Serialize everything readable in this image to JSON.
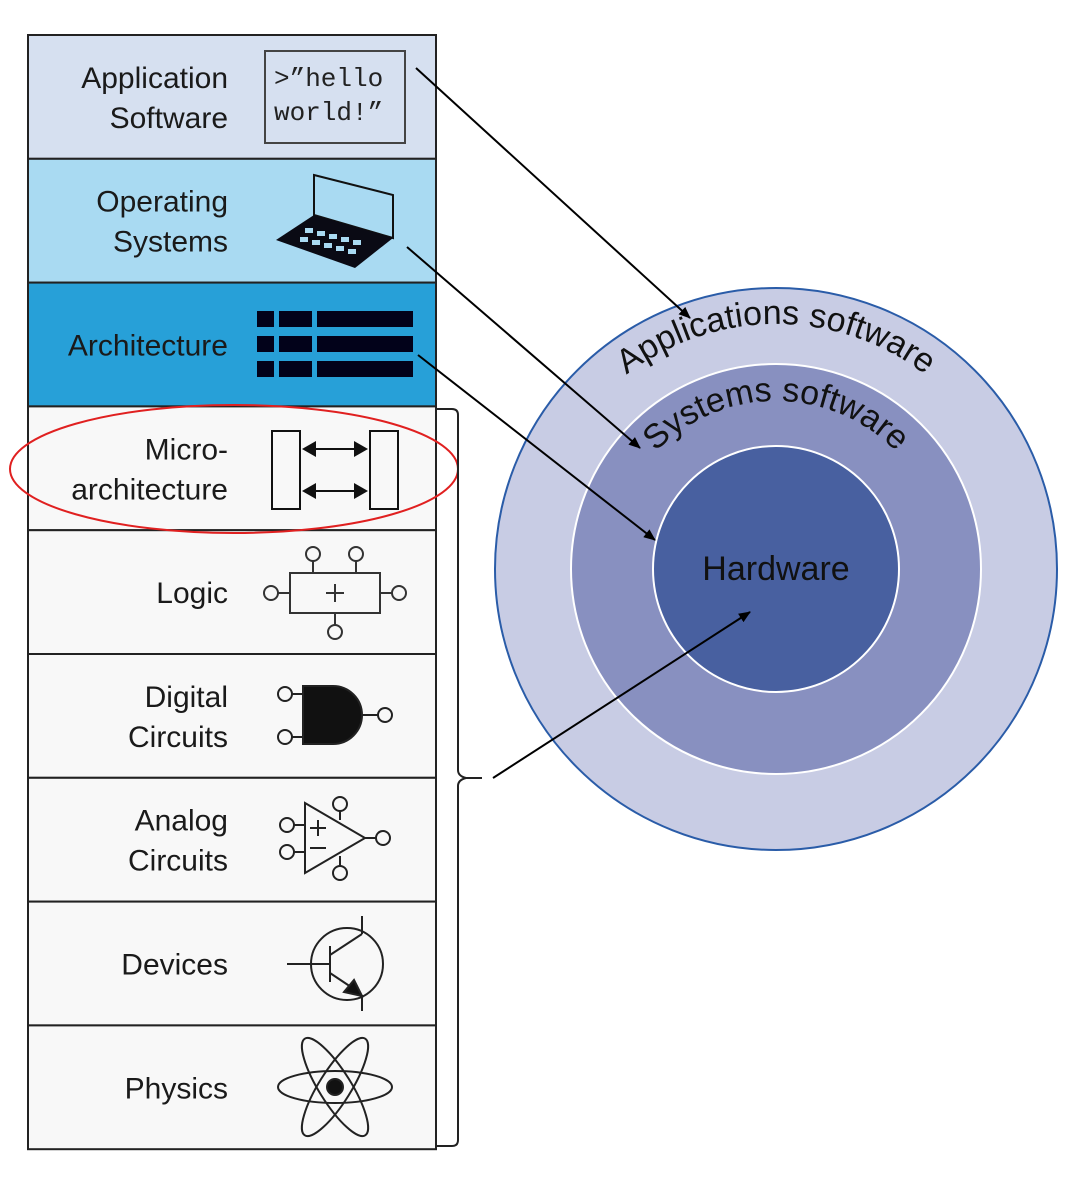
{
  "layers": [
    {
      "lines": [
        "Application",
        "Software"
      ],
      "icon": "terminal-icon",
      "color": "#d6e0f0"
    },
    {
      "lines": [
        "Operating",
        "Systems"
      ],
      "icon": "laptop-icon",
      "color": "#a9daf2"
    },
    {
      "lines": [
        "Architecture"
      ],
      "icon": "instruction-format-icon",
      "color": "#27a0d8"
    },
    {
      "lines": [
        "Micro-",
        "architecture"
      ],
      "icon": "datapath-icon",
      "color": "#f8f8f8"
    },
    {
      "lines": [
        "Logic"
      ],
      "icon": "adder-icon",
      "color": "#f8f8f8"
    },
    {
      "lines": [
        "Digital",
        "Circuits"
      ],
      "icon": "and-gate-icon",
      "color": "#f8f8f8"
    },
    {
      "lines": [
        "Analog",
        "Circuits"
      ],
      "icon": "op-amp-icon",
      "color": "#f8f8f8"
    },
    {
      "lines": [
        "Devices"
      ],
      "icon": "transistor-icon",
      "color": "#f8f8f8"
    },
    {
      "lines": [
        "Physics"
      ],
      "icon": "atom-icon",
      "color": "#f8f8f8"
    }
  ],
  "terminal": {
    "line1": ">”hello",
    "line2": "world!”"
  },
  "rings": {
    "outer": {
      "label": "Applications software",
      "color": "#c8cce4"
    },
    "middle": {
      "label": "Systems software",
      "color": "#8890c0"
    },
    "inner": {
      "label": "Hardware",
      "color": "#4860a0"
    }
  },
  "highlight": {
    "layer": "Micro-architecture",
    "color": "#e02020"
  }
}
